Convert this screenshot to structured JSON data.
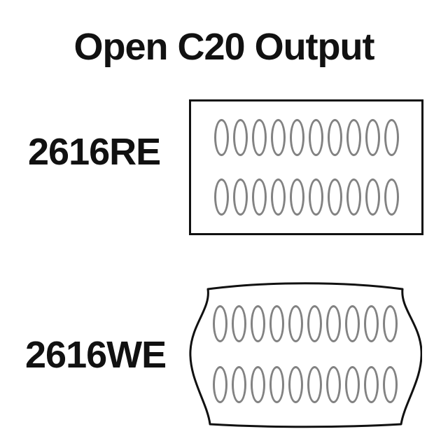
{
  "title": "Open C20 Output",
  "labels": [
    {
      "name": "2616RE",
      "shape": "rectangle",
      "rows": [
        "0000000000",
        "0000000000"
      ]
    },
    {
      "name": "2616WE",
      "shape": "wave-edge",
      "rows": [
        "0000000000",
        "0000000000"
      ]
    }
  ],
  "colors": {
    "background": "#ffffff",
    "text": "#111111",
    "outline": "#111111",
    "zeros": "#828282"
  }
}
